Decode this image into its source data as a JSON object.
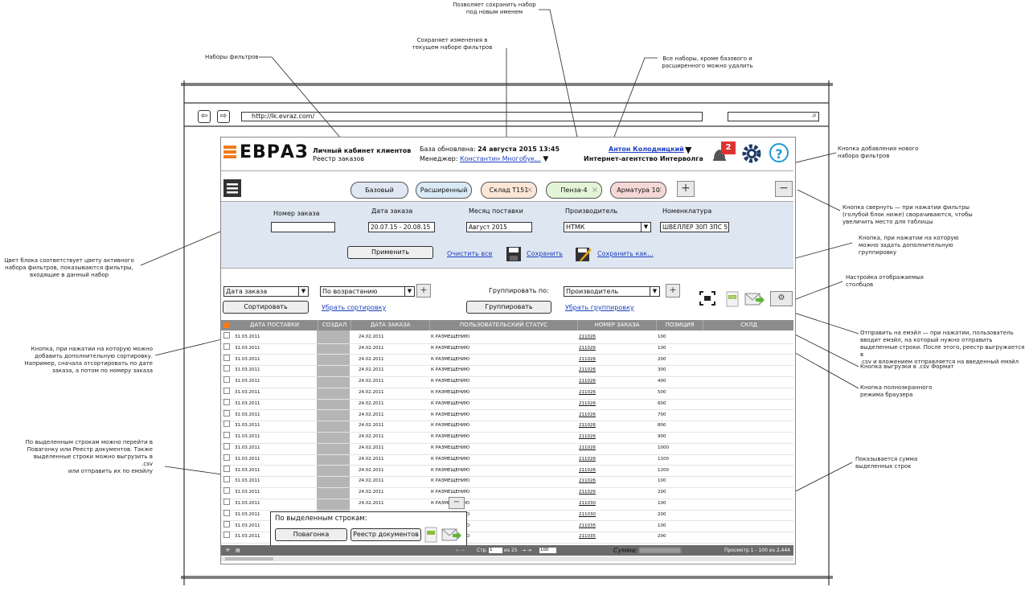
{
  "annotations": {
    "filter_sets": "Наборы фильтров",
    "save_as": [
      "Позволяет сохранить набор",
      "под новым именем"
    ],
    "save_changes": [
      "Сохраняет изменения в",
      "текущем наборе фильтров"
    ],
    "delete_sets": [
      "Все наборы, кроме базового и",
      "расширенного можно удалить"
    ],
    "add_set": [
      "Кнопка добавления нового",
      "набора фильтров"
    ],
    "collapse": [
      "Кнопка свернуть — при нажатии фильтры",
      "(голубой блок ниже) сворачиваются, чтобы",
      "увеличить место для таблицы"
    ],
    "add_grouping": [
      "Кнопка, при нажатии на которую",
      "можно задать дополнительную",
      "группировку"
    ],
    "block_color": [
      "Цвет блока соответствует цвету активного",
      "набора фильтров, показываются фильтры,",
      "входящие в данный набор"
    ],
    "columns": [
      "Настройка отображаемых",
      "столбцов"
    ],
    "add_sort": [
      "Кнопка, при нажатии на которую можно",
      "добавить дополнительную сортировку.",
      "Например, сначала отсортировать по дате",
      "заказа, а потом по номеру заказа"
    ],
    "email": [
      "Отправить на емэйл — при нажатии, пользователь",
      "вводит емэйл, на который нужно отправить",
      "выделенные строки. После этого, реестр выгружается в",
      ".csv и вложением отправляется на введенный емэйл"
    ],
    "csv": "Кнопка выгрузки в .csv Формат",
    "fullscreen": [
      "Кнопка полноэкранного",
      "режима браузера"
    ],
    "selected_rows": [
      "По выделенным строкам можно перейти в",
      "Повагонку или Реестр документов. Также",
      "выделенные строки можно выгрузить в .csv",
      "или отправить их по емэйлу"
    ],
    "sum": [
      "Показывается сумма",
      "выделенных строк"
    ]
  },
  "browser": {
    "url": "http://lk.evraz.com/"
  },
  "header": {
    "logo": "ЕВРАЗ",
    "cabinet_title": "Личный кабинет клиентов",
    "cabinet_subtitle": "Реестр заказов",
    "db_label": "База обновлена:",
    "db_date": "24 августа 2015 13:45",
    "manager_label": "Менеджер:",
    "manager_name": "Константин Многобук...",
    "user_name": "Антон Колодницкий",
    "company": "Интернет-агентство Интерволга",
    "notifications_count": "2"
  },
  "filter_sets": [
    {
      "label": "Базовый",
      "color": "#dfe7f3"
    },
    {
      "label": "Расширенный",
      "color": "#d9eaf7"
    },
    {
      "label": "Склад Т151",
      "color": "#fde6d6"
    },
    {
      "label": "Пенза-4",
      "color": "#e3f5d6"
    },
    {
      "label": "Арматура 10",
      "color": "#f5d8d6"
    }
  ],
  "filters": {
    "order_number": {
      "label": "Номер заказа",
      "value": ""
    },
    "order_date": {
      "label": "Дата заказа",
      "value": "20.07.15 - 20.08.15"
    },
    "delivery_month": {
      "label": "Месяц поставки",
      "value": "Август 2015"
    },
    "manufacturer": {
      "label": "Производитель",
      "value": "НТМК"
    },
    "nomenclature": {
      "label": "Номенклатура",
      "value": "ШВЕЛЛЕР 30П 3ПС 5"
    },
    "apply": "Применить",
    "clear": "Очистить все",
    "save": "Сохранить",
    "save_as": "Сохранить как..."
  },
  "sorting": {
    "field": "Дата заказа",
    "direction": "По возрастанию",
    "sort_button": "Сортировать",
    "remove": "Убрать сортировку",
    "group_label": "Группировать по:",
    "group_field": "Производитель",
    "group_button": "Группировать",
    "remove_group": "Убрать группировку"
  },
  "table": {
    "columns": [
      "ДАТА ПОСТАВКИ",
      "СОЗДАЛ",
      "ДАТА ЗАКАЗА",
      "ПОЛЬЗОВАТЕЛЬСКИЙ СТАТУС",
      "НОМЕР ЗАКАЗА",
      "ПОЗИЦИЯ",
      "СКЛД"
    ],
    "rows": [
      [
        "31.03.2011",
        "24.02.2011",
        "К РАЗМЕЩЕНИЮ",
        "211026",
        "100"
      ],
      [
        "31.03.2011",
        "24.02.2011",
        "К РАЗМЕЩЕНИЮ",
        "211026",
        "100"
      ],
      [
        "31.03.2011",
        "24.02.2011",
        "К РАЗМЕЩЕНИЮ",
        "211026",
        "200"
      ],
      [
        "31.03.2011",
        "24.02.2011",
        "К РАЗМЕЩЕНИЮ",
        "211026",
        "300"
      ],
      [
        "31.03.2011",
        "24.02.2011",
        "К РАЗМЕЩЕНИЮ",
        "211026",
        "400"
      ],
      [
        "31.03.2011",
        "24.02.2011",
        "К РАЗМЕЩЕНИЮ",
        "211026",
        "500"
      ],
      [
        "31.03.2011",
        "24.02.2011",
        "К РАЗМЕЩЕНИЮ",
        "211026",
        "600"
      ],
      [
        "31.03.2011",
        "24.02.2011",
        "К РАЗМЕЩЕНИЮ",
        "211026",
        "700"
      ],
      [
        "31.03.2011",
        "24.02.2011",
        "К РАЗМЕЩЕНИЮ",
        "211026",
        "800"
      ],
      [
        "31.03.2011",
        "24.02.2011",
        "К РАЗМЕЩЕНИЮ",
        "211026",
        "900"
      ],
      [
        "31.03.2011",
        "24.02.2011",
        "К РАЗМЕЩЕНИЮ",
        "211026",
        "1000"
      ],
      [
        "31.03.2011",
        "24.02.2011",
        "К РАЗМЕЩЕНИЮ",
        "211026",
        "1100"
      ],
      [
        "31.03.2011",
        "24.02.2011",
        "К РАЗМЕЩЕНИЮ",
        "211026",
        "1200"
      ],
      [
        "31.03.2011",
        "24.02.2011",
        "К РАЗМЕЩЕНИЮ",
        "211026",
        "100"
      ],
      [
        "31.03.2011",
        "24.02.2011",
        "К РАЗМЕЩЕНИЮ",
        "211026",
        "200"
      ],
      [
        "31.03.2011",
        "24.02.2011",
        "К РАЗМЕЩЕНИЮ",
        "211030",
        "100"
      ],
      [
        "31.03.2011",
        "24.02.2011",
        "К РАЗМЕЩЕНИЮ",
        "211030",
        "200"
      ],
      [
        "31.03.2011",
        "24.02.2011",
        "К РАЗМЕЩЕНИЮ",
        "211035",
        "100"
      ],
      [
        "31.03.2011",
        "24.02.2011",
        "К РАЗМЕЩЕНИЮ",
        "211035",
        "200"
      ]
    ]
  },
  "popup": {
    "title": "По выделенным строкам:",
    "wagon_button": "Повагонка",
    "docs_button": "Реестр документов"
  },
  "pager": {
    "page_label": "Стр.",
    "page_value": "1",
    "page_total": "из 25",
    "per_page": "100",
    "sum_label": "Сумма:",
    "view": "Просмотр 1 - 100 из 2,444"
  }
}
